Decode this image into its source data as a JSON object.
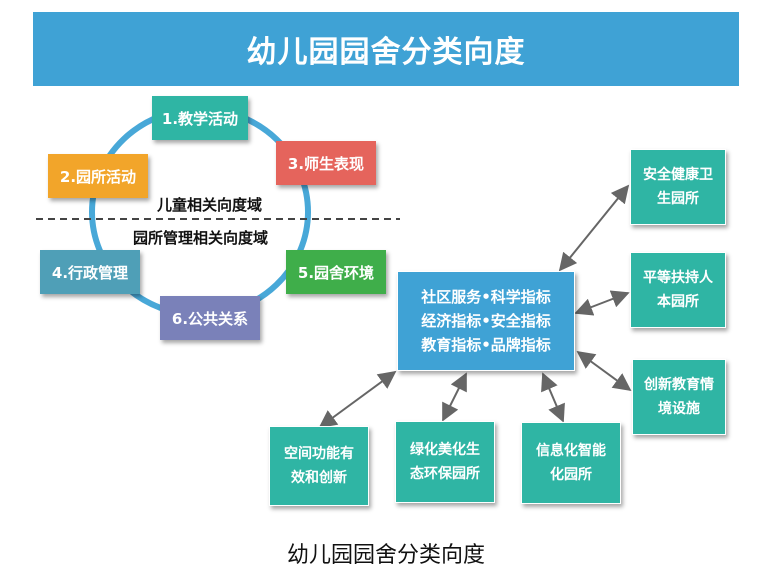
{
  "title": "幼儿园园舍分类向度",
  "caption": "幼儿园园舍分类向度",
  "colors": {
    "banner": "#3fa2d5",
    "teal": "#2fb5a4",
    "orange": "#f2a52a",
    "red": "#e5645c",
    "green": "#3fae4a",
    "steel_blue": "#4f9fb7",
    "purple": "#7a81b9",
    "ring": "#48a8d8"
  },
  "cycle": {
    "items": [
      {
        "label": "1.教学活动"
      },
      {
        "label": "2.园所活动"
      },
      {
        "label": "3.师生表现"
      },
      {
        "label": "4.行政管理"
      },
      {
        "label": "5.园舍环境"
      },
      {
        "label": "6.公共关系"
      }
    ],
    "upper_domain": "儿童相关向度域",
    "lower_domain": "园所管理相关向度域"
  },
  "center": {
    "lines": [
      "社区服务•科学指标",
      "经济指标•安全指标",
      "教育指标•品牌指标"
    ]
  },
  "right_boxes": [
    {
      "label": "安全健康卫生园所"
    },
    {
      "label": "平等扶持人本园所"
    },
    {
      "label": "创新教育情境设施"
    }
  ],
  "bottom_boxes": [
    {
      "label": "空间功能有效和创新"
    },
    {
      "label": "绿化美化生态环保园所"
    },
    {
      "label": "信息化智能化园所"
    }
  ]
}
